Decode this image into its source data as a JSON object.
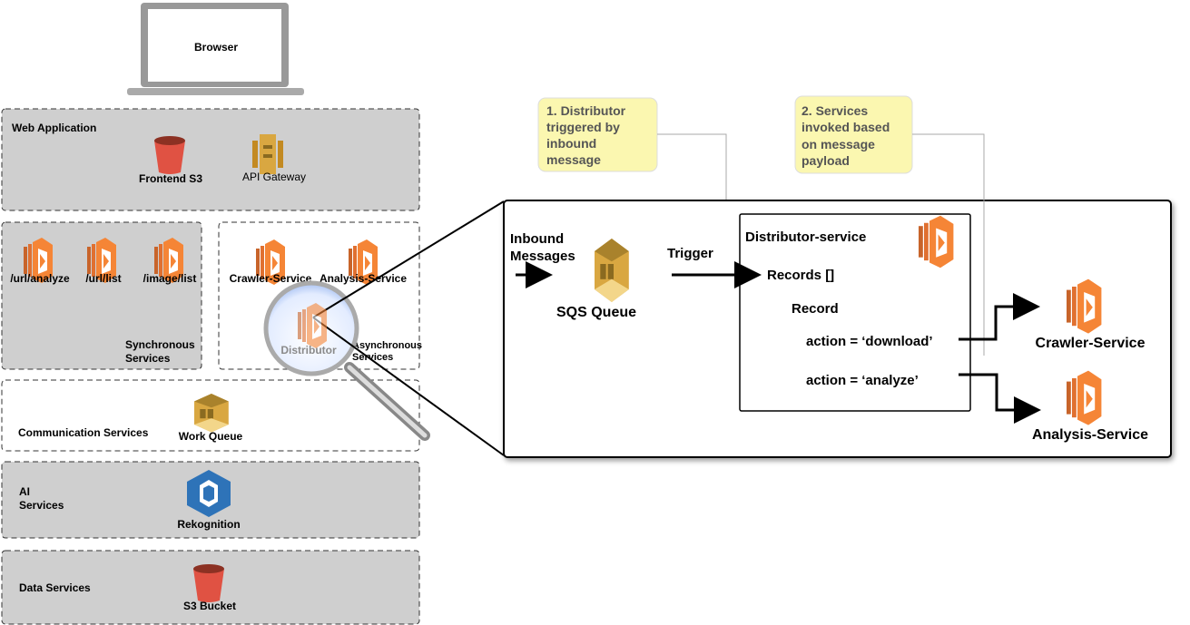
{
  "browser": {
    "label": "Browser"
  },
  "layers": {
    "web_application": {
      "title": "Web Application",
      "items": [
        "Frontend S3",
        "API Gateway"
      ]
    },
    "synchronous": {
      "title_line1": "Synchronous",
      "title_line2": "Services",
      "items": [
        "/url/analyze",
        "/url/list",
        "/image/list"
      ]
    },
    "asynchronous": {
      "title_line1": "Asynchronous",
      "title_line2": "Services",
      "items": [
        "Crawler-Service",
        "Analysis-Service"
      ],
      "magnified": "Distributor"
    },
    "communication": {
      "title": "Communication Services",
      "items": [
        "Work Queue"
      ]
    },
    "ai": {
      "title_line1": "AI",
      "title_line2": "Services",
      "items": [
        "Rekognition"
      ]
    },
    "data": {
      "title": "Data Services",
      "items": [
        "S3 Bucket"
      ]
    }
  },
  "notes": [
    {
      "lines": [
        "1. Distributor",
        "triggered by",
        "inbound",
        "message"
      ]
    },
    {
      "lines": [
        "2. Services",
        "invoked based",
        "on message",
        "payload"
      ]
    }
  ],
  "detail": {
    "inbound_line1": "Inbound",
    "inbound_line2": "Messages",
    "queue_label": "SQS Queue",
    "trigger_label": "Trigger",
    "distributor_title": "Distributor-service",
    "records": "Records []",
    "record": "Record",
    "action_download": "action = ‘download’",
    "action_analyze": "action = ‘analyze’",
    "crawler": "Crawler-Service",
    "analysis": "Analysis-Service"
  },
  "colors": {
    "lambda": "#f58536",
    "sqs": "#d9a741",
    "s3": "#e05243",
    "rekognition": "#2e73b8",
    "note": "#fbf7b0",
    "layer_gray": "#cfcfcf"
  }
}
